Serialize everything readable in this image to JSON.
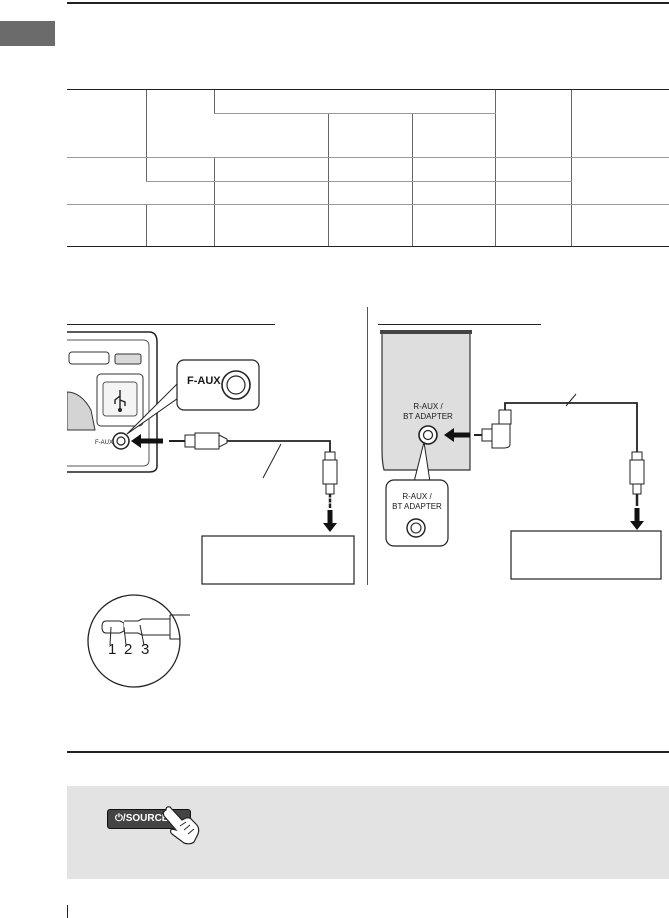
{
  "labels": {
    "faux": "F-AUX",
    "raux_line1": "R-AUX /",
    "raux_line2": "BT ADAPTER",
    "plug_numbers": [
      "1",
      "2",
      "3"
    ],
    "source_button": "⏻/SOURCE"
  },
  "icons": {
    "usb": "usb-icon",
    "hand": "pointing-hand-icon",
    "arrow": "arrow-icon"
  }
}
